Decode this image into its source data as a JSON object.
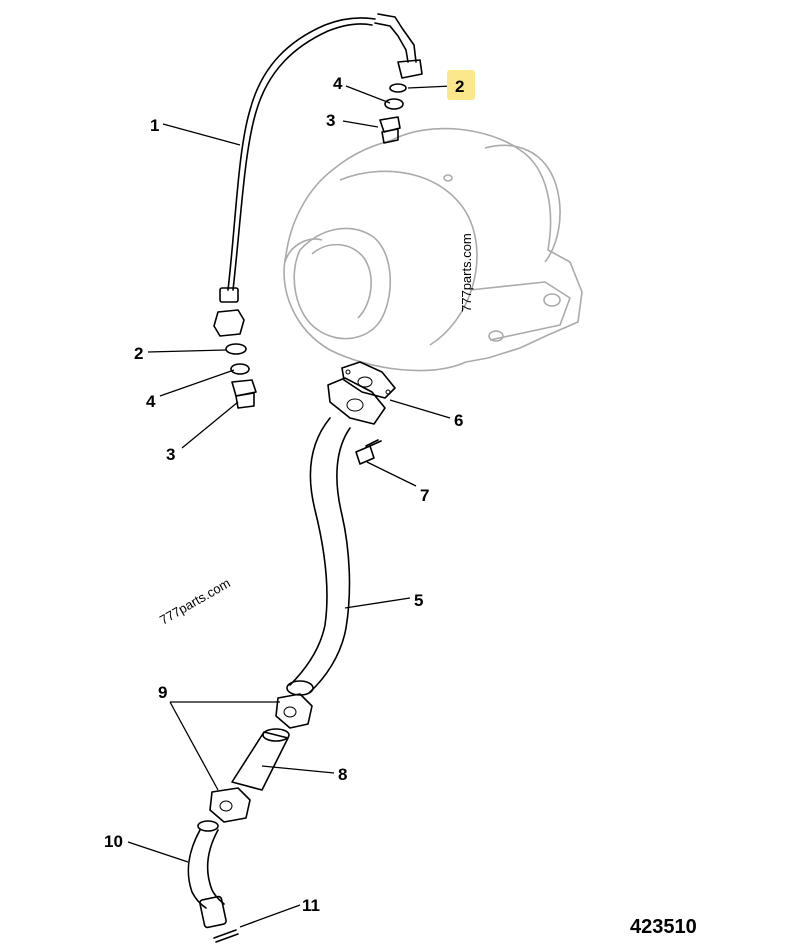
{
  "diagram_id": "423510",
  "watermarks": [
    "777parts.com",
    "777parts.com"
  ],
  "highlight_color": "#fbe88a",
  "highlighted_callout": "2",
  "callouts": [
    {
      "label": "1"
    },
    {
      "label": "2"
    },
    {
      "label": "4"
    },
    {
      "label": "3"
    },
    {
      "label": "2"
    },
    {
      "label": "4"
    },
    {
      "label": "3"
    },
    {
      "label": "6"
    },
    {
      "label": "7"
    },
    {
      "label": "5"
    },
    {
      "label": "9"
    },
    {
      "label": "8"
    },
    {
      "label": "10"
    },
    {
      "label": "11"
    }
  ]
}
